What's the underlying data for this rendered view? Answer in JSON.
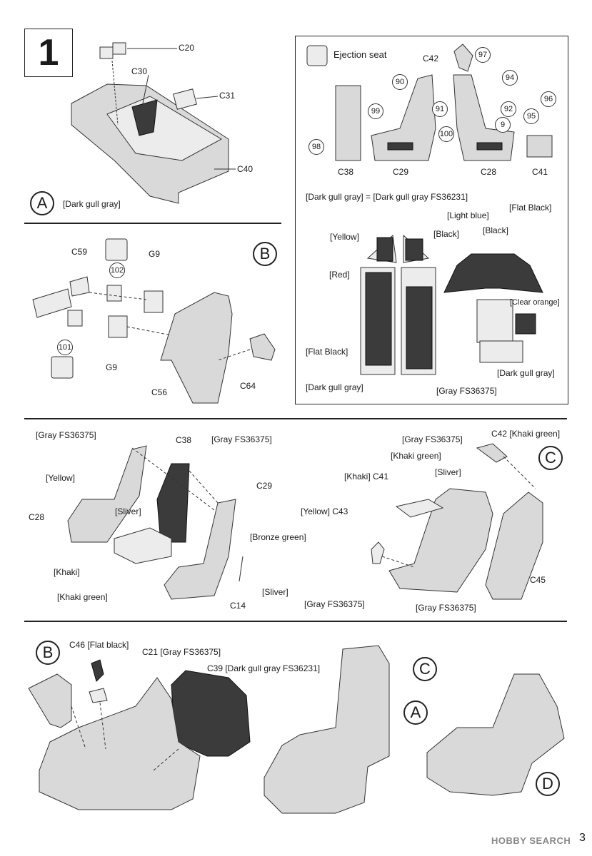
{
  "step": {
    "number": "1"
  },
  "sub_a": {
    "letter": "A",
    "paint_note": "[Dark gull gray]",
    "parts": [
      "C20",
      "C30",
      "C31",
      "C40"
    ]
  },
  "ejection_seat": {
    "title": "Ejection seat",
    "numbers": [
      "97",
      "90",
      "94",
      "99",
      "91",
      "92",
      "96",
      "95",
      "9",
      "100",
      "98"
    ],
    "parts": [
      "C42",
      "C38",
      "C29",
      "C28",
      "C41"
    ]
  },
  "color_equiv": "[Dark gull gray] = [Dark gull gray FS36231]",
  "panel_colors": {
    "light_blue": "[Light blue]",
    "flat_black_top": "[Flat Black]",
    "yellow": "[Yellow]",
    "black_1": "[Black]",
    "black_2": "[Black]",
    "red": "[Red]",
    "clear_orange": "[Clear orange]",
    "flat_black_side": "[Flat Black]",
    "dark_gull_right": "[Dark gull gray]",
    "dark_gull_left": "[Dark gull gray]",
    "gray_fs": "[Gray FS36375]"
  },
  "sub_b": {
    "letter": "B",
    "parts": [
      "C59",
      "102",
      "G9",
      "101",
      "G9",
      "C56",
      "C64"
    ]
  },
  "seat_assembly_left": {
    "labels": {
      "gray_top_left": "[Gray FS36375]",
      "c38": "C38",
      "gray_top_mid": "[Gray FS36375]",
      "yellow": "[Yellow]",
      "c29": "C29",
      "c28": "C28",
      "sliver_1": "[Sliver]",
      "bronze": "[Bronze green]",
      "khaki": "[Khaki]",
      "sliver_2": "[Sliver]",
      "khaki_green": "[Khaki green]",
      "c14": "C14"
    }
  },
  "seat_assembly_right": {
    "letter": "C",
    "labels": {
      "gray_top": "[Gray FS36375]",
      "c42": "C42 [Khaki green]",
      "khaki_green": "[Khaki green]",
      "khaki_c41": "[Khaki] C41",
      "sliver": "[Sliver]",
      "yellow_c43": "[Yellow] C43",
      "c45": "C45",
      "gray_bottom_left": "[Gray FS36375]",
      "gray_bottom_right": "[Gray FS36375]"
    }
  },
  "final_assembly": {
    "letters": [
      "B",
      "C",
      "A",
      "D"
    ],
    "labels": {
      "c46": "C46 [Flat black]",
      "c21": "C21 [Gray FS36375]",
      "c39": "C39 [Dark gull gray FS36231]"
    }
  },
  "footer": {
    "watermark": "HOBBY SEARCH",
    "page": "3"
  }
}
